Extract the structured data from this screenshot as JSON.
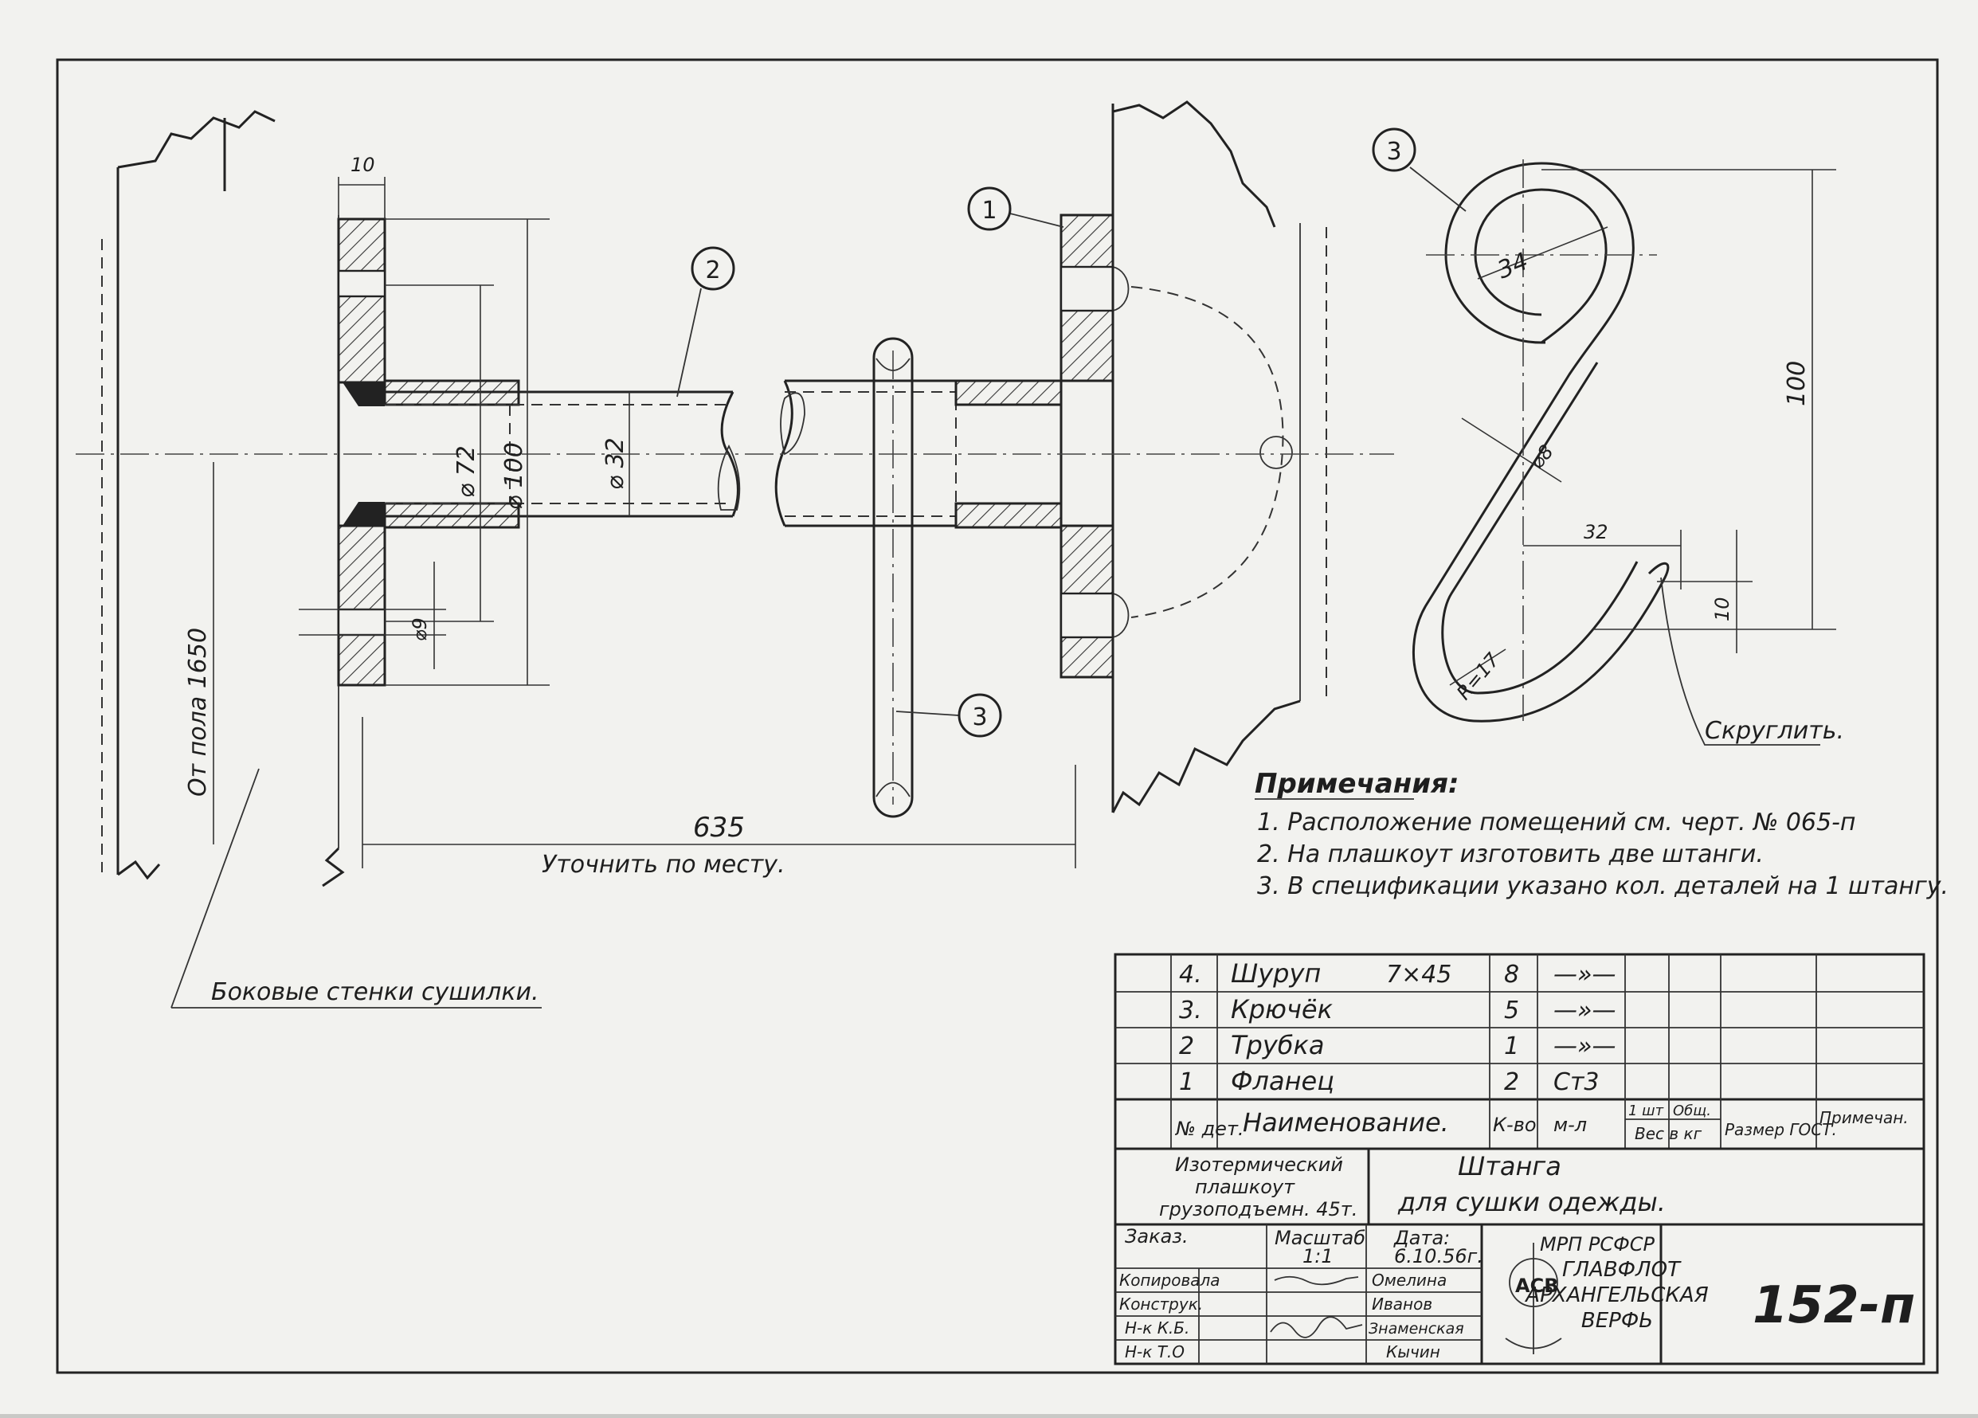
{
  "drawing": {
    "dims": {
      "d10": "10",
      "d72": "⌀ 72",
      "d100": "⌀ 100",
      "d32": "⌀ 32",
      "d9": "⌀9",
      "floor": "От пола 1650",
      "len635": "635",
      "clarify": "Уточнить по месту.",
      "walls": "Боковые стенки сушилки.",
      "hook_d34": "34",
      "hook_d8": "⌀8",
      "hook_h100": "100",
      "hook_w32": "32",
      "hook_h10": "10",
      "hook_r17": "R=17",
      "round_off": "Скруглить."
    },
    "balloons": {
      "b1": "1",
      "b2": "2",
      "b3a": "3",
      "b3b": "3"
    }
  },
  "notes": {
    "title": "Примечания:",
    "items": [
      "1. Расположение помещений см. черт. № 065-п",
      "2. На плашкоут изготовить две штанги.",
      "3. В спецификации указано кол. деталей на 1 штангу."
    ]
  },
  "spec": {
    "rows": [
      {
        "no": "4.",
        "name": "Шуруп",
        "size": "7×45",
        "qty": "8",
        "mat": "—»—"
      },
      {
        "no": "3.",
        "name": "Крючёк",
        "size": "",
        "qty": "5",
        "mat": "—»—"
      },
      {
        "no": "2",
        "name": "Трубка",
        "size": "",
        "qty": "1",
        "mat": "—»—"
      },
      {
        "no": "1",
        "name": "Фланец",
        "size": "",
        "qty": "2",
        "mat": "Ст3"
      }
    ],
    "header": {
      "no": "№ дет.",
      "name": "Наименование.",
      "qty": "К-во",
      "mat": "м-л",
      "wt1": "1 шт",
      "wt2": "Общ.",
      "wt3": "Вес в кг",
      "size": "Размер ГОСТ.",
      "remark": "Примечан."
    }
  },
  "title_block": {
    "vessel_l1": "Изотермический",
    "vessel_l2": "плашкоут",
    "vessel_l3": "грузоподъемн. 45т.",
    "name_l1": "Штанга",
    "name_l2": "для сушки одежды.",
    "order": "Заказ.",
    "scale_label": "Масштаб",
    "scale": "1:1",
    "date_label": "Дата:",
    "date": "6.10.56г.",
    "roles": [
      {
        "role": "Копировала",
        "name": "Омелина"
      },
      {
        "role": "Конструк.",
        "name": "Иванов"
      },
      {
        "role": "Н-к К.Б.",
        "name": "Знаменская"
      },
      {
        "role": "Н-к Т.О",
        "name": "Кычин"
      }
    ],
    "org_l1": "МРП РСФСР",
    "org_l2": "ГЛАВФЛОТ",
    "org_l3": "АРХАНГЕЛЬСКАЯ",
    "org_l4": "ВЕРФЬ",
    "logo": "АСВ",
    "drawing_no": "152-п"
  }
}
